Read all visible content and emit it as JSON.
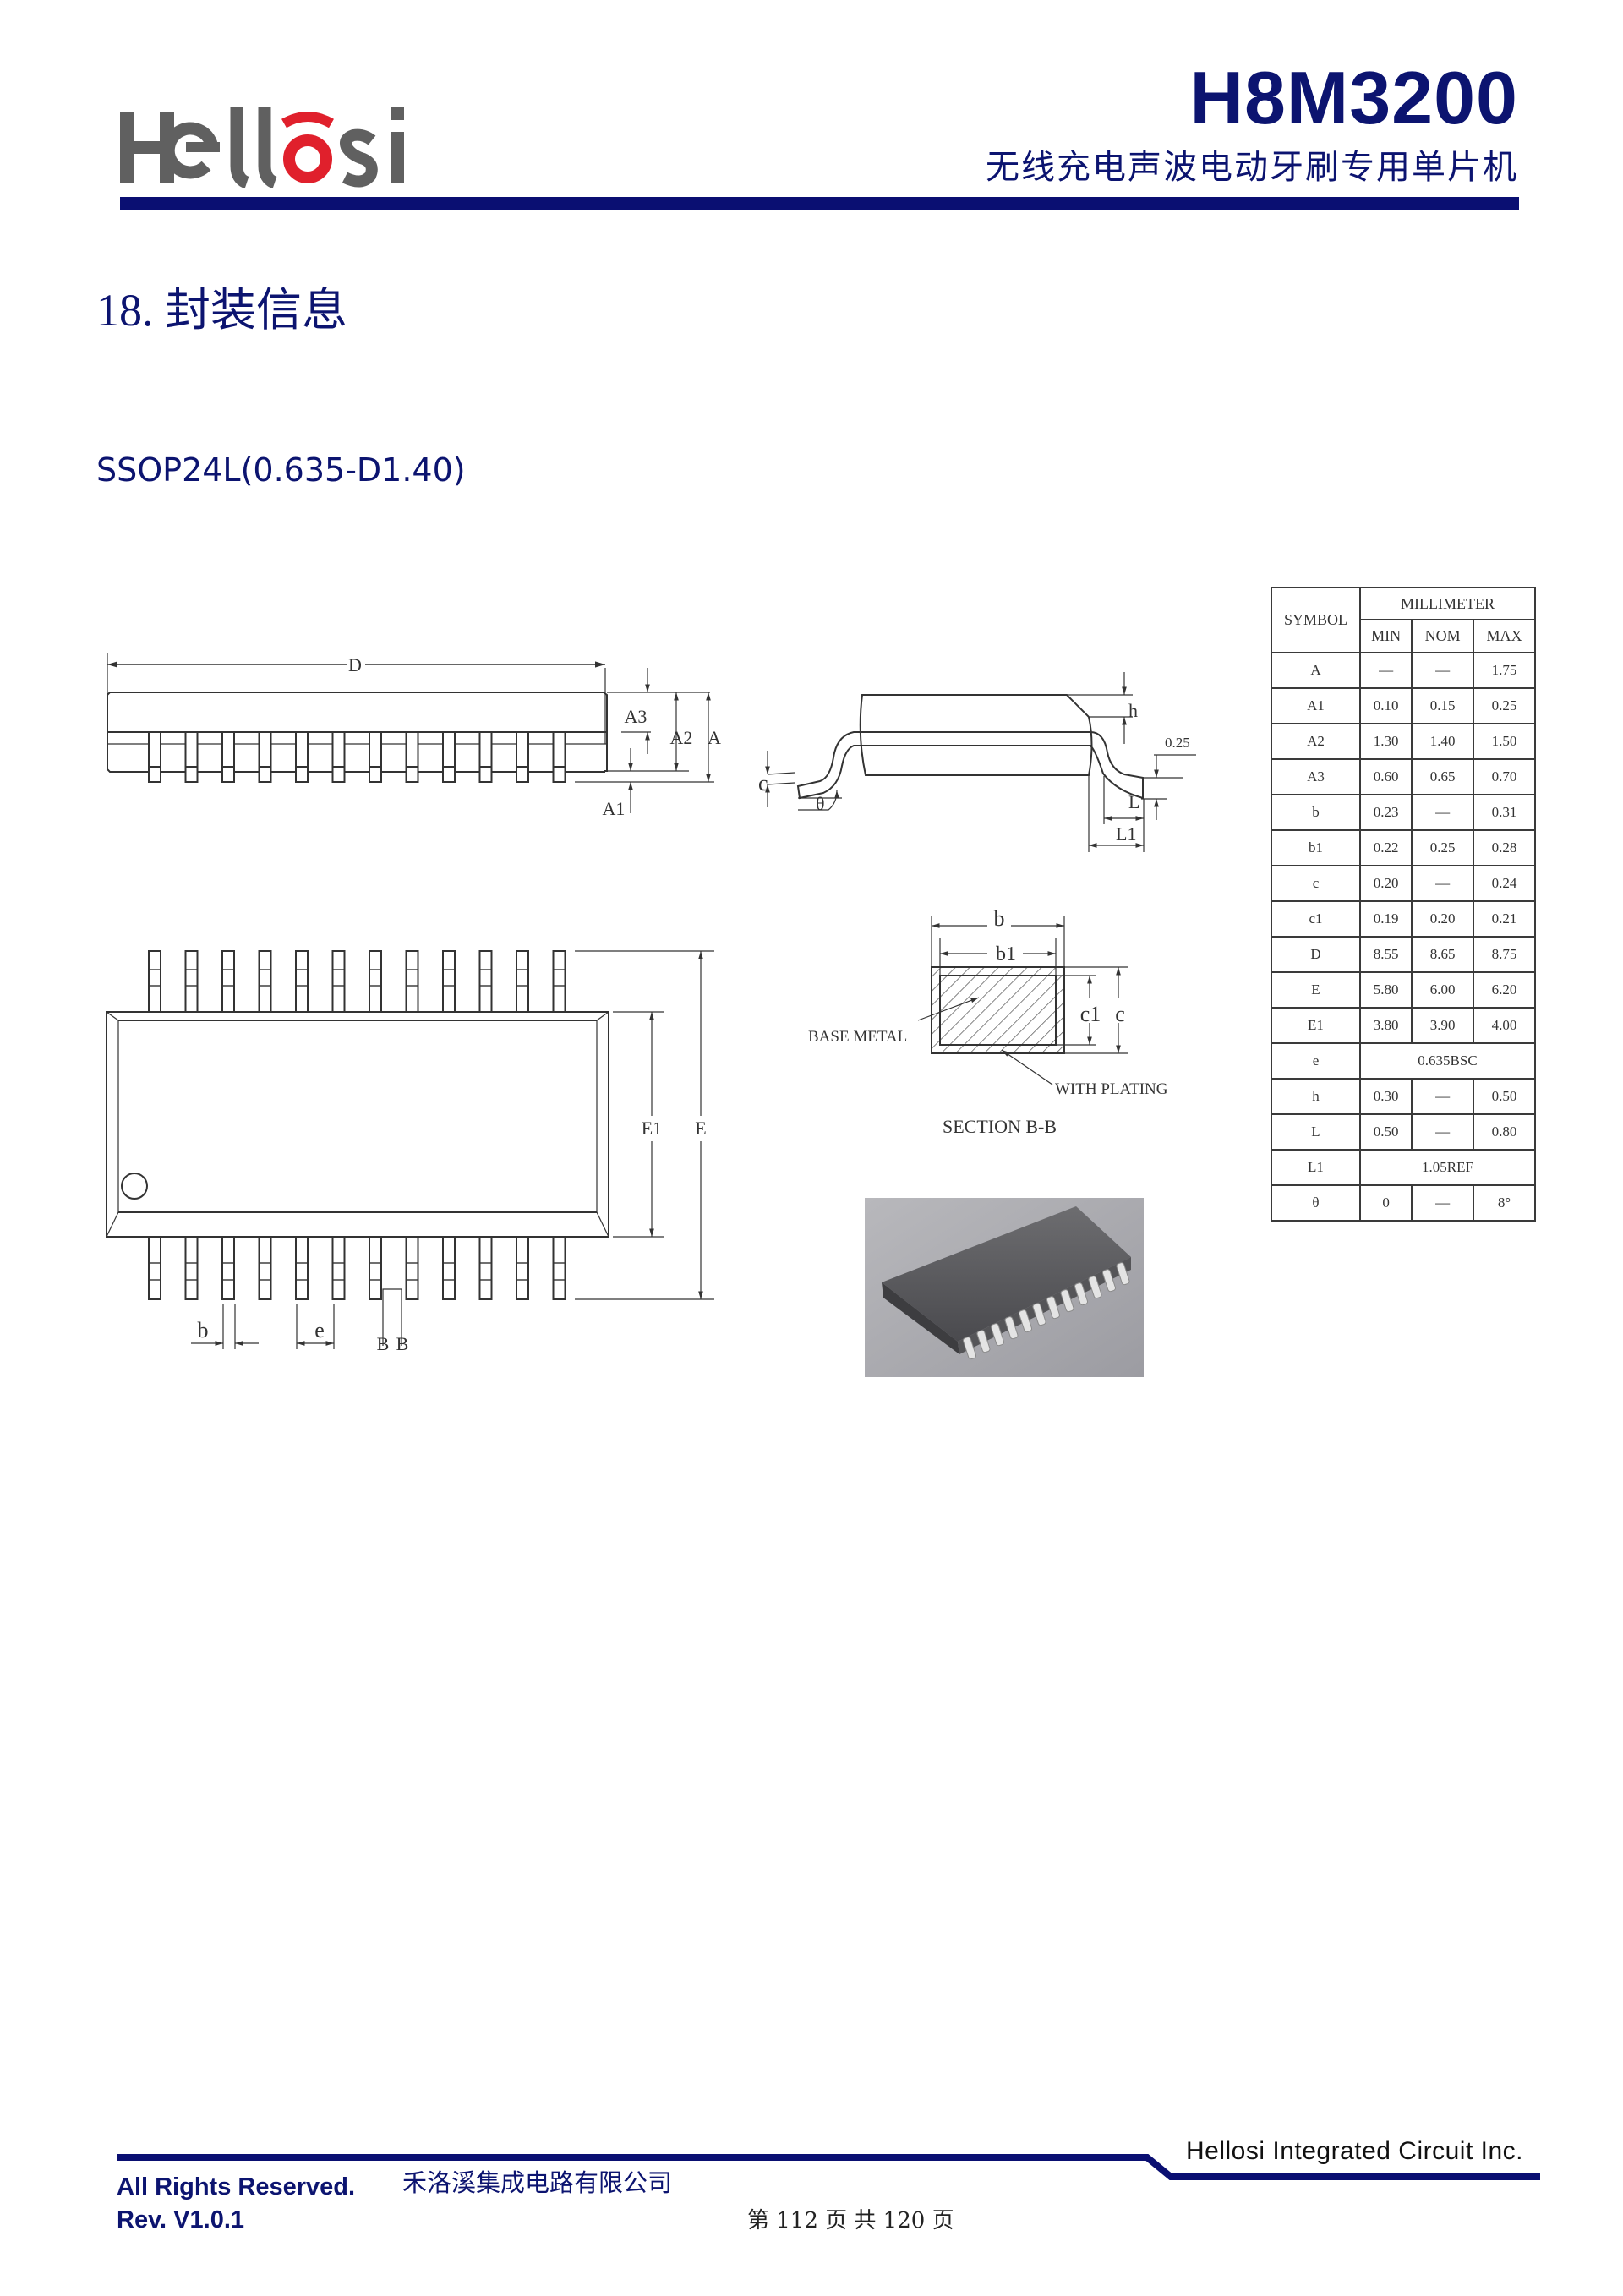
{
  "header": {
    "logo_text": "Hellosi",
    "part_number": "H8M3200",
    "subtitle": "无线充电声波电动牙刷专用单片机",
    "colors": {
      "navy": "#0a0f72",
      "logo_gray": "#606060",
      "logo_red": "#e0202c"
    }
  },
  "section": {
    "title": "18. 封装信息",
    "package_name": "SSOP24L(0.635-D1.40)"
  },
  "drawing": {
    "side_view_labels": {
      "D": "D",
      "A3": "A3",
      "A2": "A2",
      "A": "A",
      "A1": "A1"
    },
    "end_view_labels": {
      "h": "h",
      "c": "c",
      "theta": "θ",
      "L": "L",
      "L1": "L1",
      "gauge": "0.25"
    },
    "top_view_labels": {
      "E1": "E1",
      "E": "E",
      "b": "b",
      "e": "e",
      "B_left": "B",
      "B_right": "B"
    },
    "section_labels": {
      "b": "b",
      "b1": "b1",
      "c1": "c1",
      "c": "c",
      "base_metal": "BASE METAL",
      "with_plating": "WITH PLATING",
      "section_title": "SECTION B-B"
    },
    "pin_count_per_side": 12
  },
  "table": {
    "symbol_header": "SYMBOL",
    "unit_header": "MILLIMETER",
    "columns": [
      "MIN",
      "NOM",
      "MAX"
    ],
    "rows": [
      {
        "symbol": "A",
        "min": "—",
        "nom": "—",
        "max": "1.75"
      },
      {
        "symbol": "A1",
        "min": "0.10",
        "nom": "0.15",
        "max": "0.25"
      },
      {
        "symbol": "A2",
        "min": "1.30",
        "nom": "1.40",
        "max": "1.50"
      },
      {
        "symbol": "A3",
        "min": "0.60",
        "nom": "0.65",
        "max": "0.70"
      },
      {
        "symbol": "b",
        "min": "0.23",
        "nom": "—",
        "max": "0.31"
      },
      {
        "symbol": "b1",
        "min": "0.22",
        "nom": "0.25",
        "max": "0.28"
      },
      {
        "symbol": "c",
        "min": "0.20",
        "nom": "—",
        "max": "0.24"
      },
      {
        "symbol": "c1",
        "min": "0.19",
        "nom": "0.20",
        "max": "0.21"
      },
      {
        "symbol": "D",
        "min": "8.55",
        "nom": "8.65",
        "max": "8.75"
      },
      {
        "symbol": "E",
        "min": "5.80",
        "nom": "6.00",
        "max": "6.20"
      },
      {
        "symbol": "E1",
        "min": "3.80",
        "nom": "3.90",
        "max": "4.00"
      },
      {
        "symbol": "e",
        "span": "0.635BSC"
      },
      {
        "symbol": "h",
        "min": "0.30",
        "nom": "—",
        "max": "0.50"
      },
      {
        "symbol": "L",
        "min": "0.50",
        "nom": "—",
        "max": "0.80"
      },
      {
        "symbol": "L1",
        "span": "1.05REF"
      },
      {
        "symbol": "θ",
        "min": "0",
        "nom": "—",
        "max": "8°"
      }
    ]
  },
  "photo": {
    "alt": "SSOP24 chip photo"
  },
  "footer": {
    "company_en": "Hellosi Integrated Circuit Inc.",
    "rights": "All Rights Reserved.",
    "company_cn": "禾洛溪集成电路有限公司",
    "revision": "Rev. V1.0.1",
    "page_info": "第 112 页 共 120 页"
  }
}
